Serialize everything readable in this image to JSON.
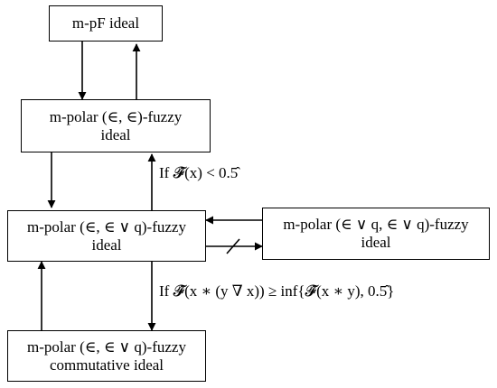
{
  "nodes": {
    "mpf": {
      "line1": "m-pF ideal"
    },
    "ee": {
      "line1": "m-polar (∈, ∈)-fuzzy",
      "line2": "ideal"
    },
    "eeq": {
      "line1": "m-polar (∈, ∈ ∨ q)-fuzzy",
      "line2": "ideal"
    },
    "eqeq": {
      "line1": "m-polar (∈ ∨ q, ∈ ∨ q)-fuzzy",
      "line2": "ideal"
    },
    "comm": {
      "line1": "m-polar (∈, ∈ ∨ q)-fuzzy",
      "line2": "commutative ideal"
    }
  },
  "conditions": {
    "upper": "If 𝓕̂(x) < 0.5̂",
    "lower": "If 𝓕̂(x ∗ (y ∇ x)) ≥ inf{𝓕̂(x ∗ y), 0.5̂}"
  },
  "colors": {
    "stroke": "#000000",
    "background": "#ffffff"
  }
}
